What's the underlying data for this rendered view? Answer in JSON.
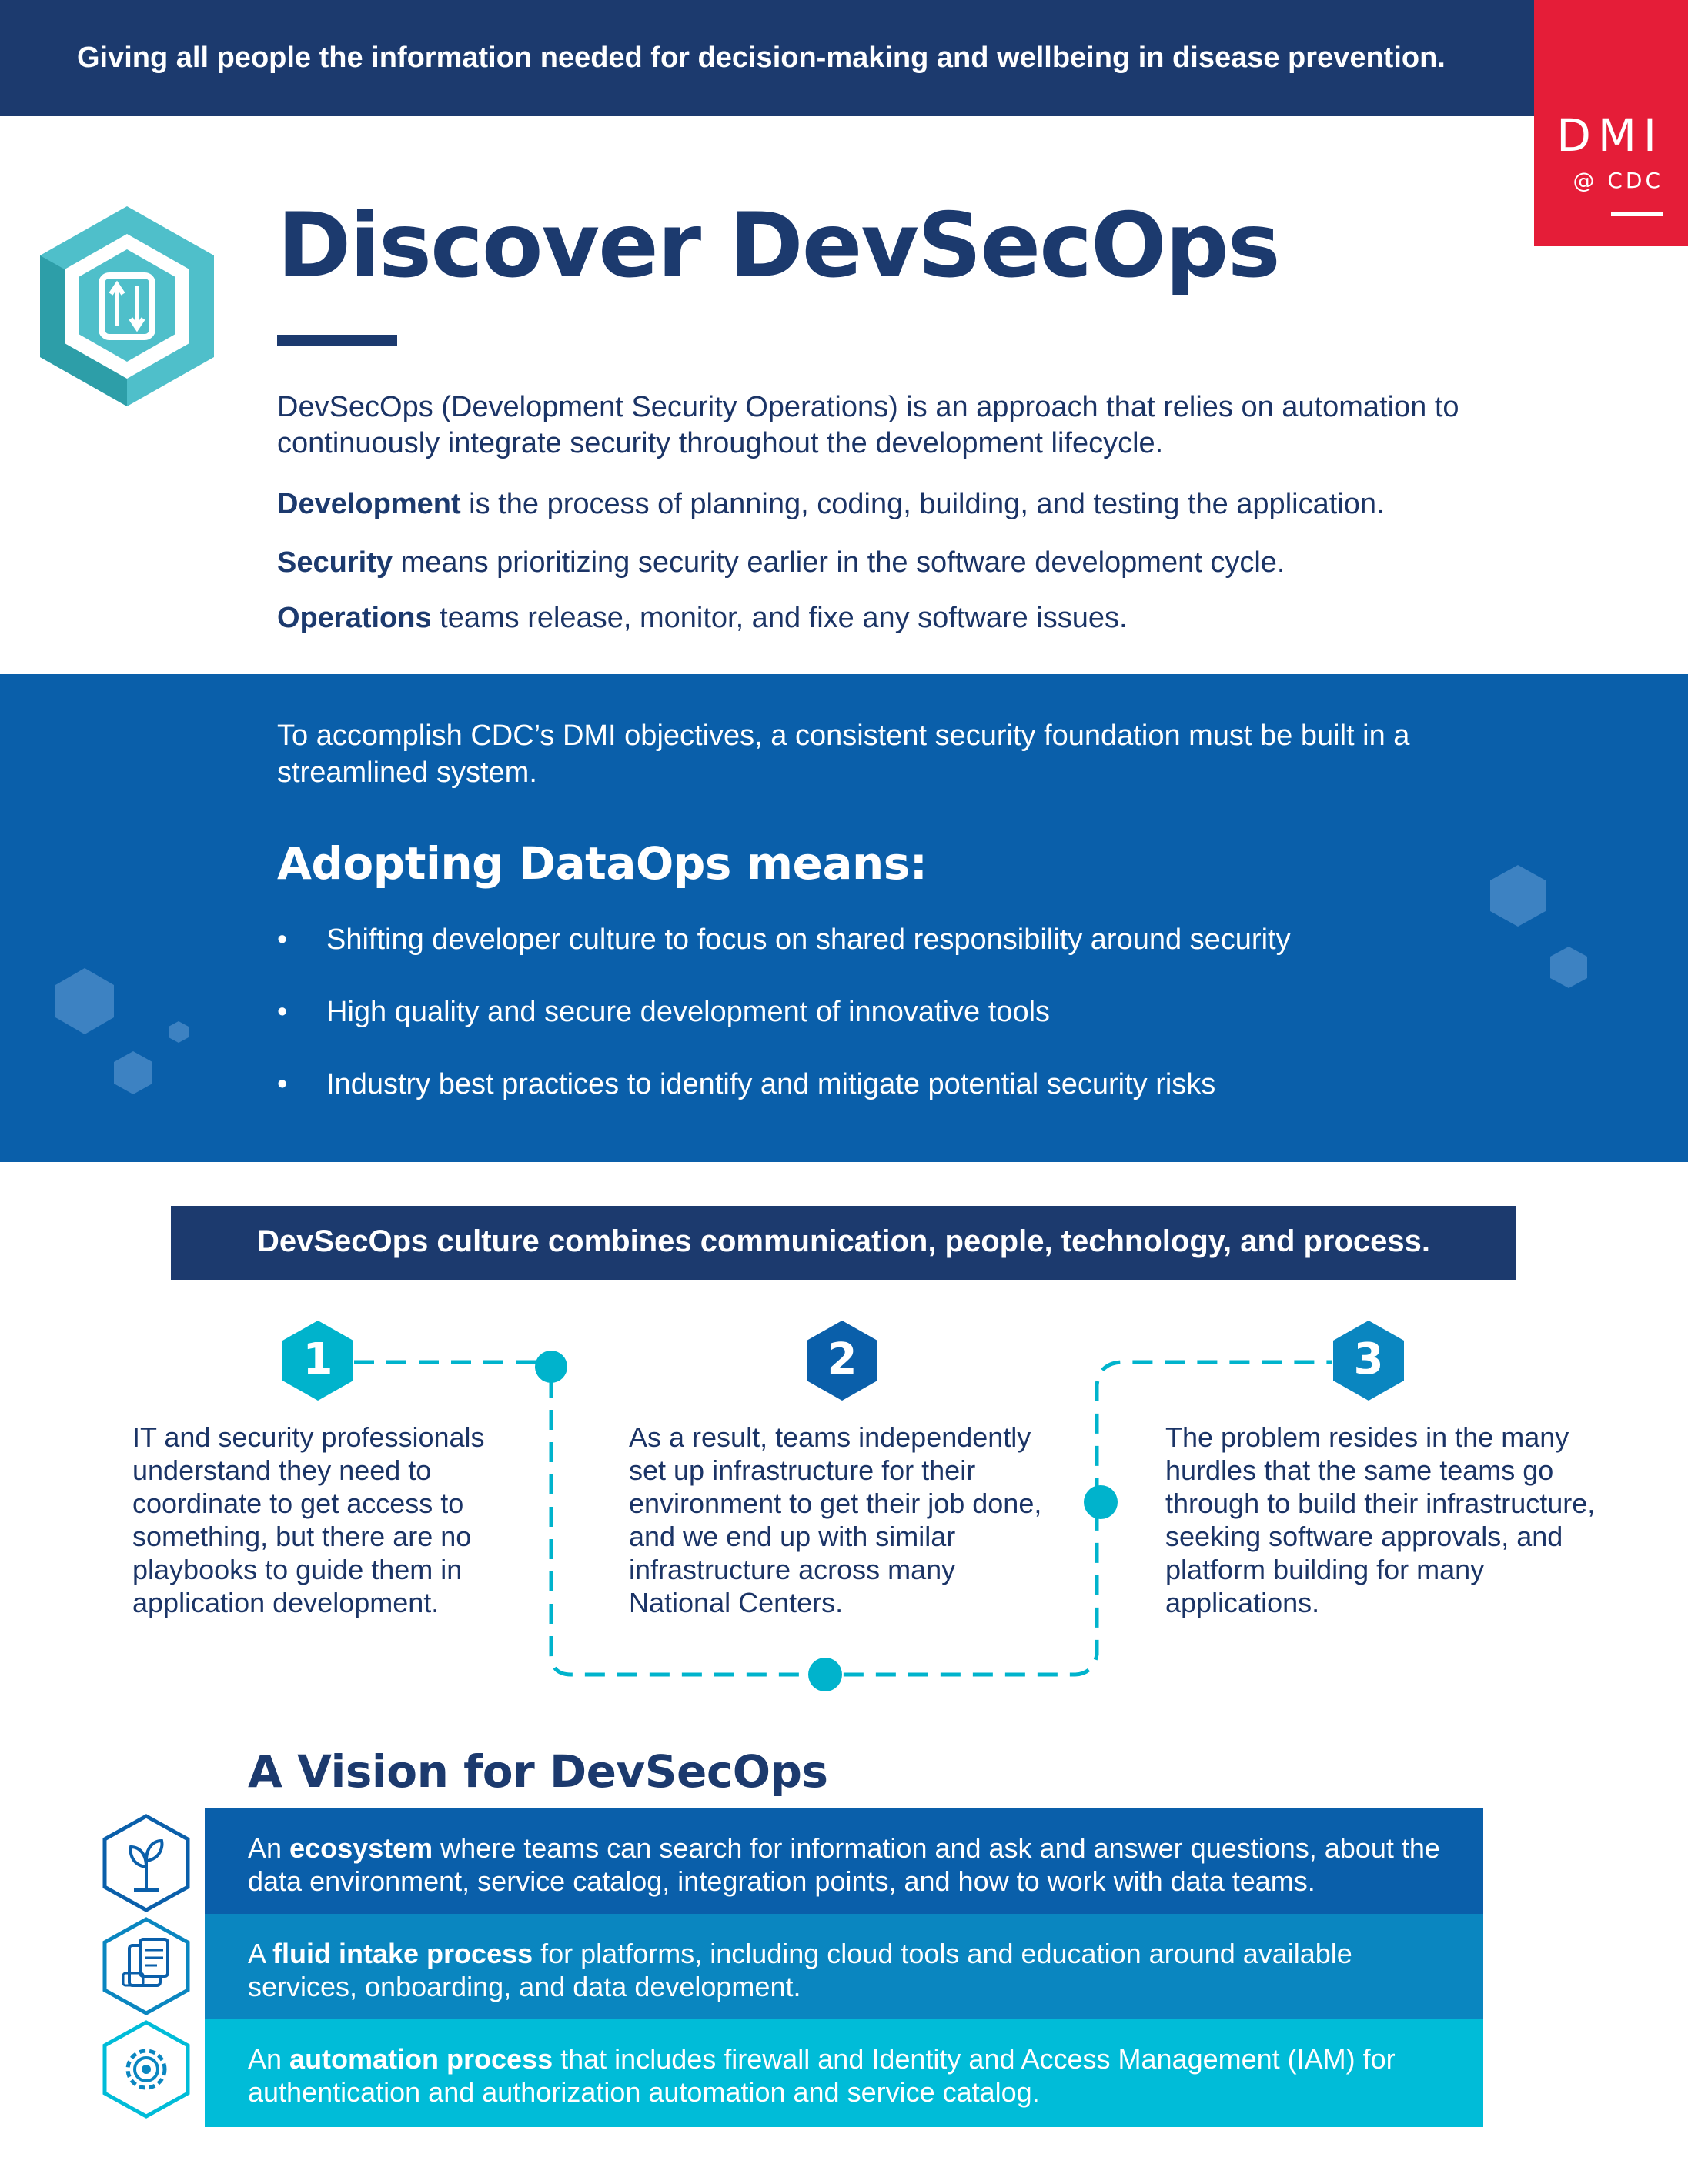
{
  "header": {
    "tagline": "Giving all people the information needed for decision-making and wellbeing in disease prevention.",
    "logo": {
      "word": "DMI",
      "sub": "@ CDC"
    }
  },
  "intro": {
    "title": "Discover DevSecOps",
    "description": "DevSecOps (Development Security Operations) is an approach that relies on automation to continuously integrate security throughout the development lifecycle.",
    "definitions": [
      {
        "term": "Development",
        "text": " is the process of planning, coding, building, and testing the application."
      },
      {
        "term": "Security",
        "text": " means prioritizing security earlier in the software development cycle."
      },
      {
        "term": "Operations",
        "text": " teams release, monitor, and fixe any software issues."
      }
    ]
  },
  "adopting": {
    "intro": "To accomplish CDC’s DMI objectives, a consistent security foundation must be built in a streamlined system.",
    "heading": "Adopting DataOps means:",
    "bullet_symbol": "•",
    "bullets": [
      "Shifting developer culture to focus on shared responsibility around security",
      "High quality and secure development of innovative tools",
      "Industry best practices to identify and mitigate potential security risks"
    ]
  },
  "culture": {
    "banner": "DevSecOps culture combines communication, people, technology, and process.",
    "steps": [
      {
        "number": "1",
        "text": "IT and security professionals understand they need to coordinate to get access to something, but there are no playbooks to guide them in application development."
      },
      {
        "number": "2",
        "text": "As a result, teams independently set up infrastructure for their environment to get their job done, and we end up with similar infrastructure across many National Centers."
      },
      {
        "number": "3",
        "text": "The problem resides in the many hurdles that the same teams go through to build their infrastructure, seeking software approvals, and platform building for many applications."
      }
    ]
  },
  "vision": {
    "heading": "A Vision for DevSecOps",
    "items": [
      {
        "pre": "An ",
        "bold": "ecosystem",
        "post": " where teams can search for information and ask and answer questions, about the data environment, service catalog, integration points, and how to work with data teams.",
        "color": "#0a5faa",
        "icon": "plant-icon"
      },
      {
        "pre": "A ",
        "bold": "fluid intake process",
        "post": " for platforms, including cloud tools and education around available services, onboarding, and data development.",
        "color": "#0a86c0",
        "icon": "forms-icon"
      },
      {
        "pre": "An ",
        "bold": "automation process",
        "post": " that includes firewall and Identity and Access Management (IAM) for authentication and authorization automation and service catalog.",
        "color": "#00bcd8",
        "icon": "gear-icon"
      }
    ]
  },
  "colors": {
    "navy": "#1c3a6e",
    "blue": "#0a5faa",
    "teal": "#00b3cc",
    "red": "#e51d38"
  }
}
